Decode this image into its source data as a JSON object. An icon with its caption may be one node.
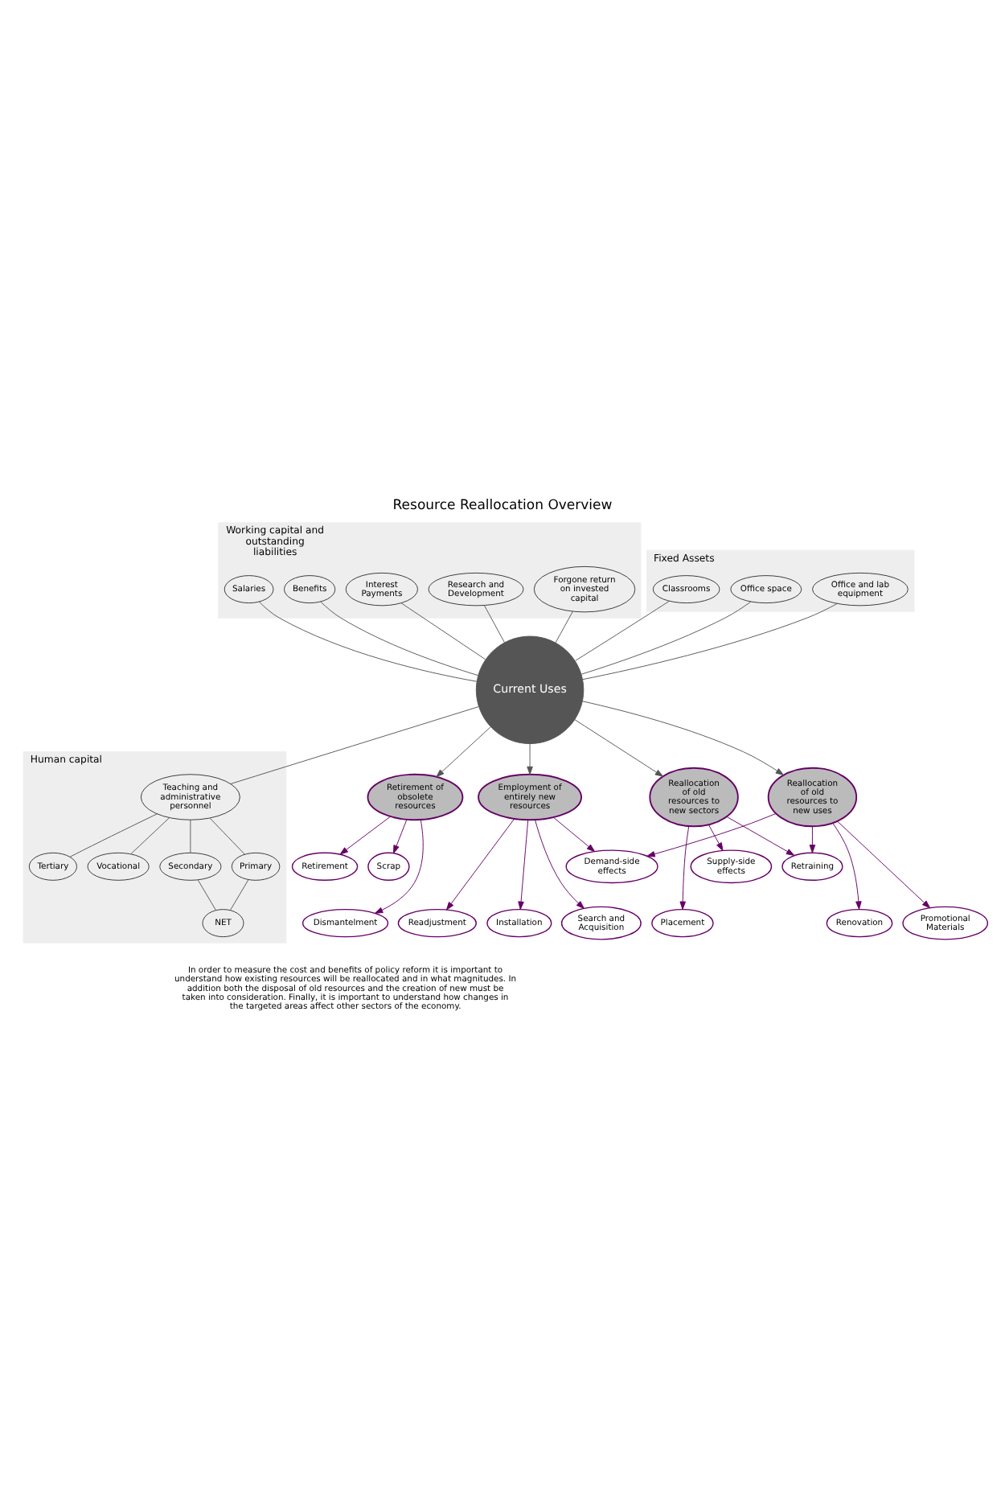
{
  "diagram": {
    "title": "Resource Reallocation Overview",
    "caption": "In order to measure the cost and benefits of policy reform it is important to understand how existing resources will be reallocated and in what magnitudes. In addition both the disposal of old resources and the creation of new must be taken into consideration. Finally, it is important to understand how changes in the targeted areas affect other sectors of the economy.",
    "nodes": [
      {
        "text": [
          "Working capital and outstanding liabilities"
        ]
      },
      {
        "text": [
          "Research and Development"
        ],
        "in": 0
      },
      {
        "text": [
          "Interest Payments"
        ],
        "in": 0
      },
      {
        "text": [
          "Benefits"
        ],
        "in": 0
      },
      {
        "text": [
          "Salaries"
        ],
        "in": 0
      },
      {
        "text": [
          "Forgone return on invested capital"
        ],
        "in": 0
      },
      {
        "text": [
          "Human capital"
        ]
      },
      {
        "text": [
          "Tertiary"
        ],
        "in": 6
      },
      {
        "text": [
          "Vocational"
        ],
        "in": 6
      },
      {
        "text": [
          "Teaching and administrative personnel"
        ],
        "in": 6
      },
      {
        "text": [
          "Secondary"
        ],
        "in": 6
      },
      {
        "text": [
          "Primary"
        ],
        "in": 6
      },
      {
        "text": [
          "NET"
        ],
        "in": 6
      },
      {
        "text": [
          "Fixed Assets"
        ]
      },
      {
        "text": [
          "Office space"
        ],
        "in": 13
      },
      {
        "text": [
          "Classrooms"
        ],
        "in": 13
      },
      {
        "text": [
          "Office and lab equipment"
        ],
        "in": 13
      },
      {
        "text": [
          "Current Uses"
        ]
      },
      {
        "text": [
          "Reallocation of old resources to new sectors"
        ]
      },
      {
        "text": [
          "Reallocation of old resources to new uses"
        ]
      },
      {
        "text": [
          "Retirement of obsolete resources"
        ]
      },
      {
        "text": [
          "Employment of entirely new resources"
        ]
      },
      {
        "text": [
          "Supply-side effects"
        ]
      },
      {
        "text": [
          "Retraining"
        ]
      },
      {
        "text": [
          "Retirement"
        ]
      },
      {
        "text": [
          "Scrap"
        ]
      },
      {
        "text": [
          "Demand-side effects"
        ]
      },
      {
        "text": [
          "Placement"
        ]
      },
      {
        "text": [
          "Renovation"
        ]
      },
      {
        "text": [
          "Installation"
        ]
      },
      {
        "text": [
          "Search and Acquisition"
        ]
      },
      {
        "text": [
          "Readjustment"
        ]
      },
      {
        "text": [
          "Promotional Materials"
        ]
      },
      {
        "text": [
          "Dismantelment"
        ]
      }
    ],
    "edges": [
      {
        "from": 1,
        "to": 17,
        "arrow": "none"
      },
      {
        "from": 2,
        "to": 17,
        "arrow": "none"
      },
      {
        "from": 3,
        "to": 17,
        "arrow": "none"
      },
      {
        "from": 4,
        "to": 17,
        "arrow": "none"
      },
      {
        "from": 5,
        "to": 17,
        "arrow": "none"
      },
      {
        "from": 14,
        "to": 17,
        "arrow": "none"
      },
      {
        "from": 15,
        "to": 17,
        "arrow": "none"
      },
      {
        "from": 16,
        "to": 17,
        "arrow": "none"
      },
      {
        "from": 17,
        "to": 9,
        "arrow": "none"
      },
      {
        "from": 9,
        "to": 7,
        "arrow": "none"
      },
      {
        "from": 9,
        "to": 8,
        "arrow": "none"
      },
      {
        "from": 9,
        "to": 10,
        "arrow": "none"
      },
      {
        "from": 9,
        "to": 11,
        "arrow": "none"
      },
      {
        "from": 10,
        "to": 12,
        "arrow": "none"
      },
      {
        "from": 11,
        "to": 12,
        "arrow": "none"
      },
      {
        "from": 17,
        "to": 18,
        "arrow": "to"
      },
      {
        "from": 17,
        "to": 19,
        "arrow": "to"
      },
      {
        "from": 17,
        "to": 20,
        "arrow": "to"
      },
      {
        "from": 17,
        "to": 21,
        "arrow": "to"
      },
      {
        "from": 18,
        "to": 22,
        "arrow": "to",
        "color": "#660066"
      },
      {
        "from": 18,
        "to": 27,
        "arrow": "to",
        "color": "#660066"
      },
      {
        "from": 18,
        "to": 23,
        "arrow": "to",
        "color": "#660066"
      },
      {
        "from": 19,
        "to": 23,
        "arrow": "to",
        "color": "#660066"
      },
      {
        "from": 19,
        "to": 32,
        "arrow": "to",
        "color": "#660066"
      },
      {
        "from": 19,
        "to": 28,
        "arrow": "to",
        "color": "#660066"
      },
      {
        "from": 19,
        "to": 26,
        "arrow": "to",
        "color": "#660066"
      },
      {
        "from": 20,
        "to": 24,
        "arrow": "to",
        "color": "#660066"
      },
      {
        "from": 20,
        "to": 33,
        "arrow": "to",
        "color": "#660066"
      },
      {
        "from": 20,
        "to": 25,
        "arrow": "to",
        "color": "#660066"
      },
      {
        "from": 21,
        "to": 29,
        "arrow": "to",
        "color": "#660066"
      },
      {
        "from": 21,
        "to": 31,
        "arrow": "to",
        "color": "#660066"
      },
      {
        "from": 21,
        "to": 30,
        "arrow": "to",
        "color": "#660066"
      },
      {
        "from": 21,
        "to": 26,
        "arrow": "to",
        "color": "#660066"
      }
    ]
  }
}
